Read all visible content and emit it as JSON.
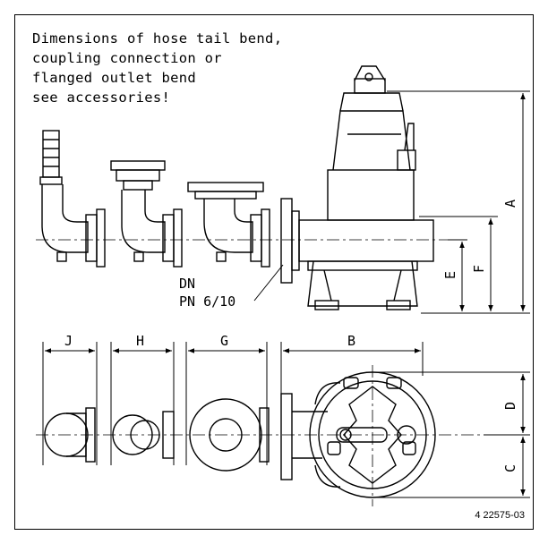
{
  "note": {
    "lines": [
      "Dimensions of hose tail bend,",
      "coupling connection or",
      "flanged outlet bend",
      "see accessories!"
    ]
  },
  "labels": {
    "dn": "DN",
    "pn": "PN 6/10",
    "a": "A",
    "b": "B",
    "c": "C",
    "d": "D",
    "e": "E",
    "f": "F",
    "g": "G",
    "h": "H",
    "j": "J"
  },
  "reference": "4 22575-03",
  "colors": {
    "line": "#000000",
    "background": "#ffffff"
  }
}
